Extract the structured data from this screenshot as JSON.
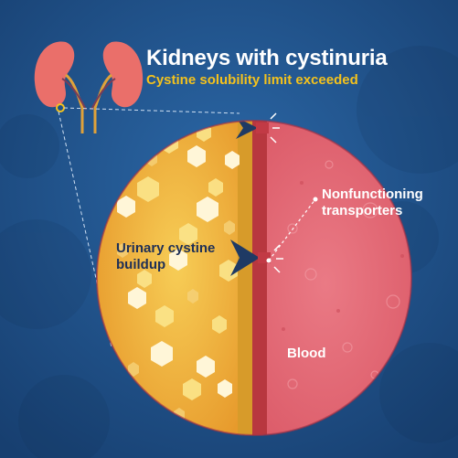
{
  "header": {
    "title": "Kidneys with cystinuria",
    "subtitle": "Cystine solubility limit exceeded"
  },
  "labels": {
    "urinary": "Urinary cystine\nbuildup",
    "transporters": "Nonfunctioning\ntransporters",
    "blood": "Blood"
  },
  "colors": {
    "background": "#1d4f86",
    "title_text": "#ffffff",
    "subtitle_text": "#f4c21d",
    "urine_side": "#f0b43c",
    "blood_side": "#e26673",
    "membrane": "#b8373f",
    "transporter": "#1f3a64",
    "kidney": "#ea6f6a"
  }
}
